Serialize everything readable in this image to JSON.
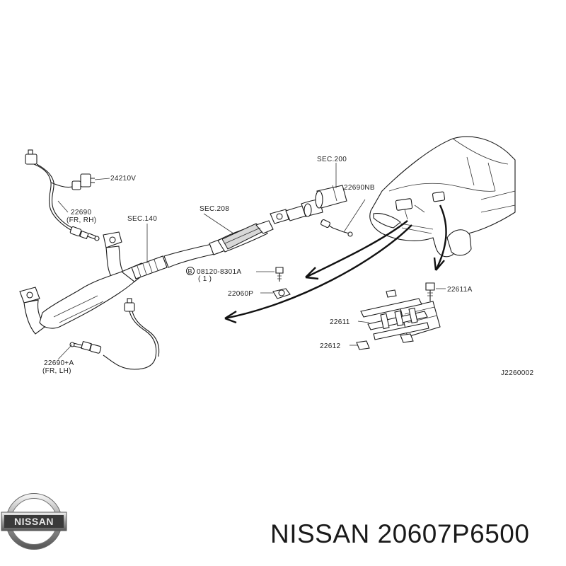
{
  "labels": {
    "sec200": "SEC.200",
    "sec208": "SEC.208",
    "sec140": "SEC.140",
    "p24210v": "24210V",
    "p22690": "22690",
    "p22690_pos": "(FR, RH)",
    "p22690nb": "22690NB",
    "p08120": "08120-8301A",
    "p08120_qty": "( 1 )",
    "bolt_mark": "B",
    "p22060p": "22060P",
    "p22611a": "22611A",
    "p22611": "22611",
    "p22612": "22612",
    "p22690a": "22690+A",
    "p22690a_pos": "(FR, LH)",
    "diagram_code": "J2260002"
  },
  "logo": {
    "text": "NISSAN"
  },
  "caption": {
    "brand": "NISSAN",
    "part_number": "20607P6500"
  }
}
